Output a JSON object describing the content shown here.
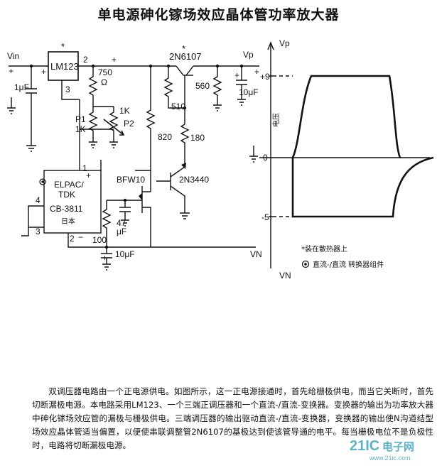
{
  "title": "单电源砷化镓场效应晶体管功率放大器",
  "labels": {
    "vin": "Vin",
    "vp": "Vp",
    "vn": "VN",
    "lm123": "LM123",
    "star": "*",
    "pin2": "2",
    "pin3": "3",
    "plus": "+",
    "r750": "750",
    "ohm": "Ω",
    "p1": "P1",
    "p1val": "1K",
    "p2val": "1K",
    "p2": "P2",
    "cap1uf": "1μF",
    "q1": "2N6107",
    "r510": "510",
    "r560": "560",
    "cap10uf_top": "10μF",
    "r820": "820",
    "r180": "180",
    "bfw10": "BFW10",
    "q2": "2N3440",
    "conv_l1": "ELPAC/",
    "conv_l2": "TDK",
    "conv_l3": "CB-3811",
    "conv_l4": "日本",
    "pin4": "4",
    "pin3b": "3",
    "pin1": "1",
    "pin2b": "2",
    "minus": "−",
    "r47": "47",
    "muf": "μF",
    "r100": "100",
    "cap10uf_bot": "10μF"
  },
  "chart_data": {
    "type": "line",
    "ylabel": "电压",
    "y_top_label": "Vp",
    "y_bottom_label": "VN",
    "ticks": [
      "+9",
      "0",
      "-5"
    ]
  },
  "legend": {
    "note1": "*装在散热器上",
    "note2": "直流-/直流  转换器组件"
  },
  "paragraph": "双调压器电路由一个正电源供电。如图所示，这一正电源接通时，首先给栅极供电，而当它关断时，首先切断漏极电源。本电路采用LM123、一个三端正调压器和一个直流-/直流-变换器。变换器的输出为功率放大器中砷化镓场效应管的漏极与栅极供电。三端调压器的输出驱动直流-/直流-变换器，变换器的输出使N沟道结型场效应晶体管适当偏置，以便使串联调整管2N6107的基极达到使该管导通的电平。每当栅极电位不是负极性时，电路将切断漏极电源。",
  "watermark": {
    "brand": "21IC",
    "cn": "电子网",
    "url": "www.21ic.com",
    "color": "#5fb3c7"
  }
}
